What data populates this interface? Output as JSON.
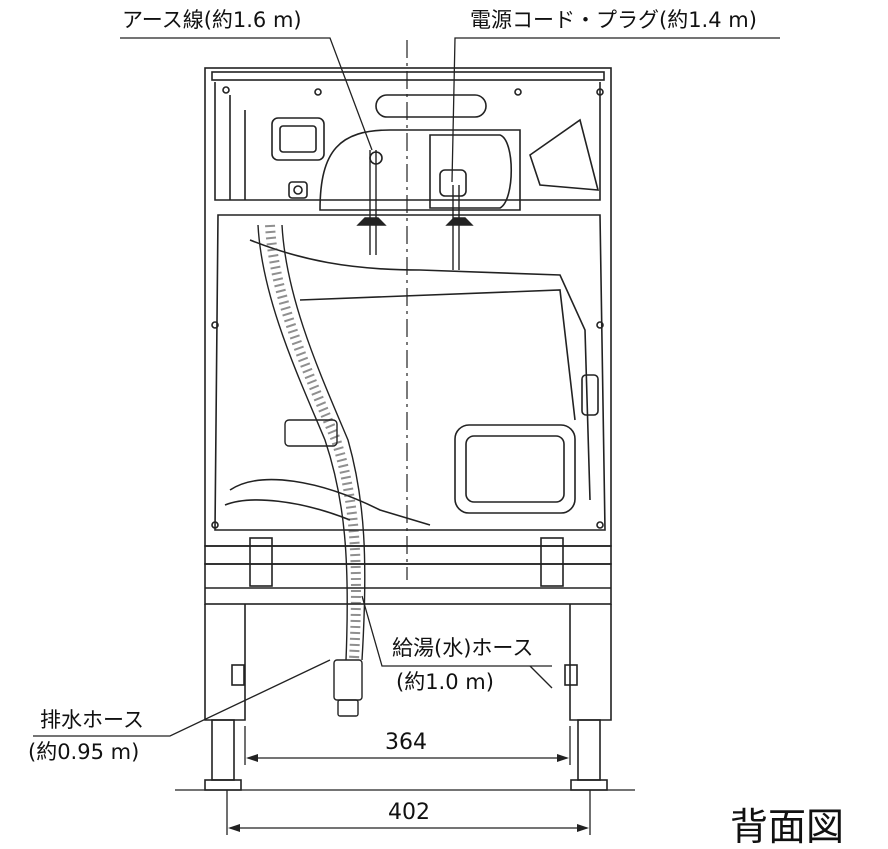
{
  "labels": {
    "earth_wire": "アース線(約1.6 m)",
    "power_cord": "電源コード・プラグ(約1.4 m)",
    "supply_hose_line1": "給湯(水)ホース",
    "supply_hose_line2": "(約1.0 m)",
    "drain_hose_line1": "排水ホース",
    "drain_hose_line2": "(約0.95 m)"
  },
  "dimensions": {
    "inner_width": "364",
    "outer_width": "402"
  },
  "view_title": "背面図"
}
